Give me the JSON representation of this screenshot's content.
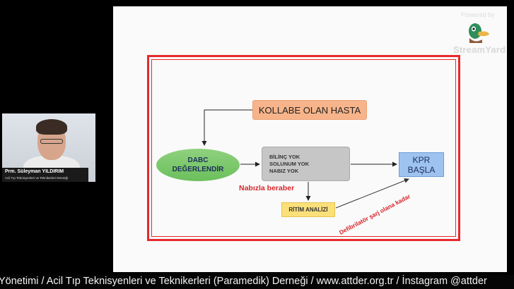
{
  "slide": {
    "box_kollabe": "KOLLABE OLAN HASTA",
    "box_dabc_line1": "DABC",
    "box_dabc_line2": "DEĞERLENDİR",
    "box_checks_line1": "BİLİNÇ  YOK",
    "box_checks_line2": "SOLUNUM YOK",
    "box_checks_line3": "NABIZ YOK",
    "box_kpr_line1": "KPR",
    "box_kpr_line2": "BAŞLA",
    "box_ritim": "RİTİM ANALİZİ",
    "label_nabiz": "Nabızla beraber",
    "label_defib": "Defibrilatör şarj olana kadar"
  },
  "webcam": {
    "name": "Prm. Süleyman YILDIRIM",
    "subtitle": "Acil Tıp Teknisyenleri ve Teknikerleri Derneği"
  },
  "branding": {
    "powered_by": "Powered by",
    "logo_icon": "streamyard-duck-icon",
    "brand": "StreamYard"
  },
  "ticker": {
    "text": "Yönetimi / Acil Tıp Teknisyenleri ve Teknikerleri (Paramedik) Derneği / www.attder.org.tr / İnstagram @attder"
  },
  "colors": {
    "frame": "#e8282c",
    "kollabe": "#f7b48a",
    "dabc": "#7cc86b",
    "checks": "#c6c6c6",
    "kpr": "#9fc3f0",
    "ritim": "#fbe07a",
    "red_text": "#d8262a"
  }
}
